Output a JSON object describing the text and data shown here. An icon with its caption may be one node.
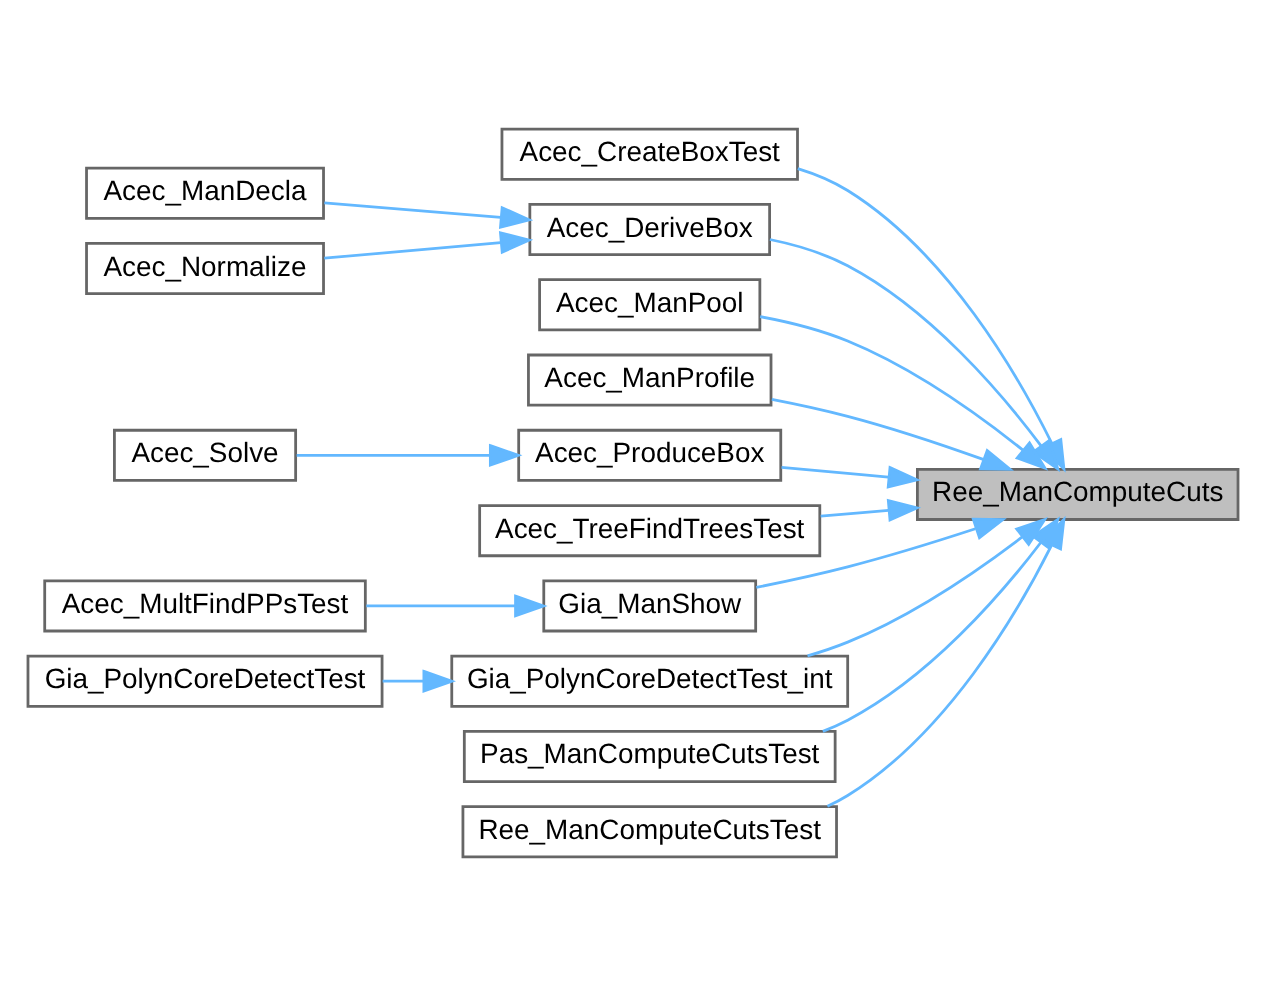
{
  "diagram": {
    "nodes": [
      {
        "text": [
          "Ree_ManComputeCuts"
        ]
      },
      {
        "text": [
          "Acec_CreateBoxTest"
        ]
      },
      {
        "text": [
          "Acec_DeriveBox"
        ]
      },
      {
        "text": [
          "Acec_ManPool"
        ]
      },
      {
        "text": [
          "Acec_ManProfile"
        ]
      },
      {
        "text": [
          "Acec_ProduceBox"
        ]
      },
      {
        "text": [
          "Acec_TreeFindTreesTest"
        ]
      },
      {
        "text": [
          "Gia_ManShow"
        ]
      },
      {
        "text": [
          "Gia_PolynCoreDetectTest_int"
        ]
      },
      {
        "text": [
          "Pas_ManComputeCutsTest"
        ]
      },
      {
        "text": [
          "Ree_ManComputeCutsTest"
        ]
      },
      {
        "text": [
          "Acec_ManDecla"
        ]
      },
      {
        "text": [
          "Acec_Normalize"
        ]
      },
      {
        "text": [
          "Acec_Solve"
        ]
      },
      {
        "text": [
          "Acec_MultFindPPsTest"
        ]
      },
      {
        "text": [
          "Gia_PolynCoreDetectTest"
        ]
      }
    ],
    "edges": [
      {
        "from": 1,
        "to": 0,
        "arrow": "to"
      },
      {
        "from": 2,
        "to": 0,
        "arrow": "to"
      },
      {
        "from": 11,
        "to": 2,
        "arrow": "to"
      },
      {
        "from": 12,
        "to": 2,
        "arrow": "to"
      },
      {
        "from": 3,
        "to": 0,
        "arrow": "to"
      },
      {
        "from": 4,
        "to": 0,
        "arrow": "to"
      },
      {
        "from": 5,
        "to": 0,
        "arrow": "to"
      },
      {
        "from": 13,
        "to": 5,
        "arrow": "to"
      },
      {
        "from": 6,
        "to": 0,
        "arrow": "to"
      },
      {
        "from": 7,
        "to": 0,
        "arrow": "to"
      },
      {
        "from": 14,
        "to": 7,
        "arrow": "to"
      },
      {
        "from": 8,
        "to": 0,
        "arrow": "to"
      },
      {
        "from": 15,
        "to": 8,
        "arrow": "to"
      },
      {
        "from": 9,
        "to": 0,
        "arrow": "to"
      },
      {
        "from": 10,
        "to": 0,
        "arrow": "to"
      }
    ]
  }
}
